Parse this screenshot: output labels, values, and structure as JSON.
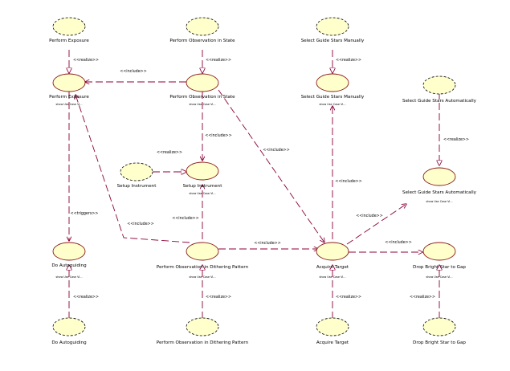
{
  "diagram": {
    "labels": {
      "perform_exposure_top": "Perform Exposure",
      "perform_observation_in_state_top": "Perform Observation in State",
      "select_guide_stars_manually_top": "Select Guide Stars Manually",
      "select_guide_stars_automatically_top": "Select Guide Stars Automatically",
      "perform_exposure": "Perform Exposure",
      "perform_observation_in_state": "Perform Observation in State",
      "select_guide_stars_manually": "Select Guide Stars Manually",
      "setup_instrument_left": "Setup Instrument",
      "setup_instrument": "Setup Instrument",
      "select_guide_stars_automatically": "Select Guide Stars Automatically",
      "do_autoguiding": "Do Autoguiding",
      "perform_observation_in_dithering_pattern": "Perform Observation in Dithering Pattern",
      "acquire_target": "Acquire Target",
      "drop_bright_star_to_gap": "Drop Bright Star to Gap",
      "do_autoguiding_bottom": "Do Autoguiding",
      "perform_observation_in_dithering_pattern_bottom": "Perform Observation in Dithering Pattern",
      "acquire_target_bottom": "Acquire Target",
      "drop_bright_star_to_gap_bottom": "Drop Bright Star to Gap"
    },
    "subs": {
      "perform_exposure": "show Use Case Vi...",
      "perform_observation_in_state": "show Use Case Vi...",
      "select_guide_stars_manually": "show Use Case Vi...",
      "setup_instrument": "show Use Case Vi...",
      "select_guide_stars_automatically": "show Use Case Vi...",
      "do_autoguiding": "show Use Case Vi...",
      "perform_observation_in_dithering_pattern": "show Use Case Vi...",
      "acquire_target": "show Use Case Vi...",
      "drop_bright_star_to_gap": "show Use Case Vi..."
    },
    "relations": {
      "realize": "<<realize>>",
      "include": "<<include>>",
      "triggers": "<<triggers>>"
    },
    "colors": {
      "usecase_fill": "#ffffcc",
      "relation_stroke": "#8b0038",
      "business_stroke": "#8a1a1a"
    }
  }
}
